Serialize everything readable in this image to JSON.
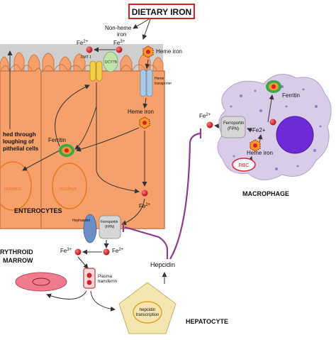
{
  "title": "DIETARY IRON",
  "labels": {
    "non_heme_line1": "Non-heme",
    "non_heme_line2": "iron",
    "heme_iron_top": "Heme iron",
    "heme_transporter_line1": "Heme",
    "heme_transporter_line2": "transporter",
    "dmt1": "DMT 1",
    "dcytb": "DCYTB",
    "fe2_top_base": "Fe",
    "fe2_top_sup": "2+",
    "fe3_top_base": "Fe",
    "fe3_top_sup": "3+",
    "shed_line1": "hed through",
    "shed_line2": "loughing of",
    "shed_line3": "pithelial cells",
    "ferritin_enterocyte": "Ferritin",
    "heme_iron_mid": "Heme iron",
    "nucleus_1": "nucleus",
    "nucleus_2": "nucleus",
    "fe2_enterocyte_base": "Fe",
    "fe2_enterocyte_sup": "2+",
    "enterocytes": "ENTEROCYTES",
    "hephaestin": "Hephaestin",
    "ferroportin_line1": "Ferroportin",
    "ferroportin_line2": "(FPN)",
    "fe3_bottom_base": "Fe",
    "fe3_bottom_sup": "3+",
    "fe2_bottom_base": "Fe",
    "fe2_bottom_sup": "2+",
    "erythroid_line1": "RYTHROID",
    "erythroid_line2": "MARROW",
    "plasma_line1": "Plasma",
    "plasma_line2": "transferrin",
    "hepcidin": "Hepcidin",
    "hepcidin_transcription_line1": "hepcidin",
    "hepcidin_transcription_line2": "transcription",
    "hepatocyte": "HEPATOCYTE",
    "fe2_macrophage_base": "Fe",
    "fe2_macrophage_sup": "2+",
    "ferritin_macrophage": "Ferritin",
    "macrophage_fpn_line1": "Ferroportin",
    "macrophage_fpn_line2": "(FPN)",
    "macrophage_fe2_base": "Fe2+",
    "heme_iron_macrophage": "Heme iron",
    "rbc": "RBC",
    "macrophage": "MACROPHAGE"
  },
  "colors": {
    "cell": "#f6a06c",
    "cell_border": "#c87a4c",
    "iron_red": "#d9202a",
    "title_border": "#d9202a",
    "hepcidin_purple": "#8e3a8e",
    "macrophage": "#d8cce8",
    "macrophage_nucleus": "#6f2ad8",
    "hepatocyte": "#f3e6b0",
    "dmt1_yellow": "#f2cf44",
    "dcytb_green": "#bfe6a8",
    "transporter_blue": "#a9cbe8",
    "hephaestin_blue": "#6a8fc7",
    "ferritin_green": "#3aa84a",
    "marrow_pink": "#f07a8e"
  }
}
